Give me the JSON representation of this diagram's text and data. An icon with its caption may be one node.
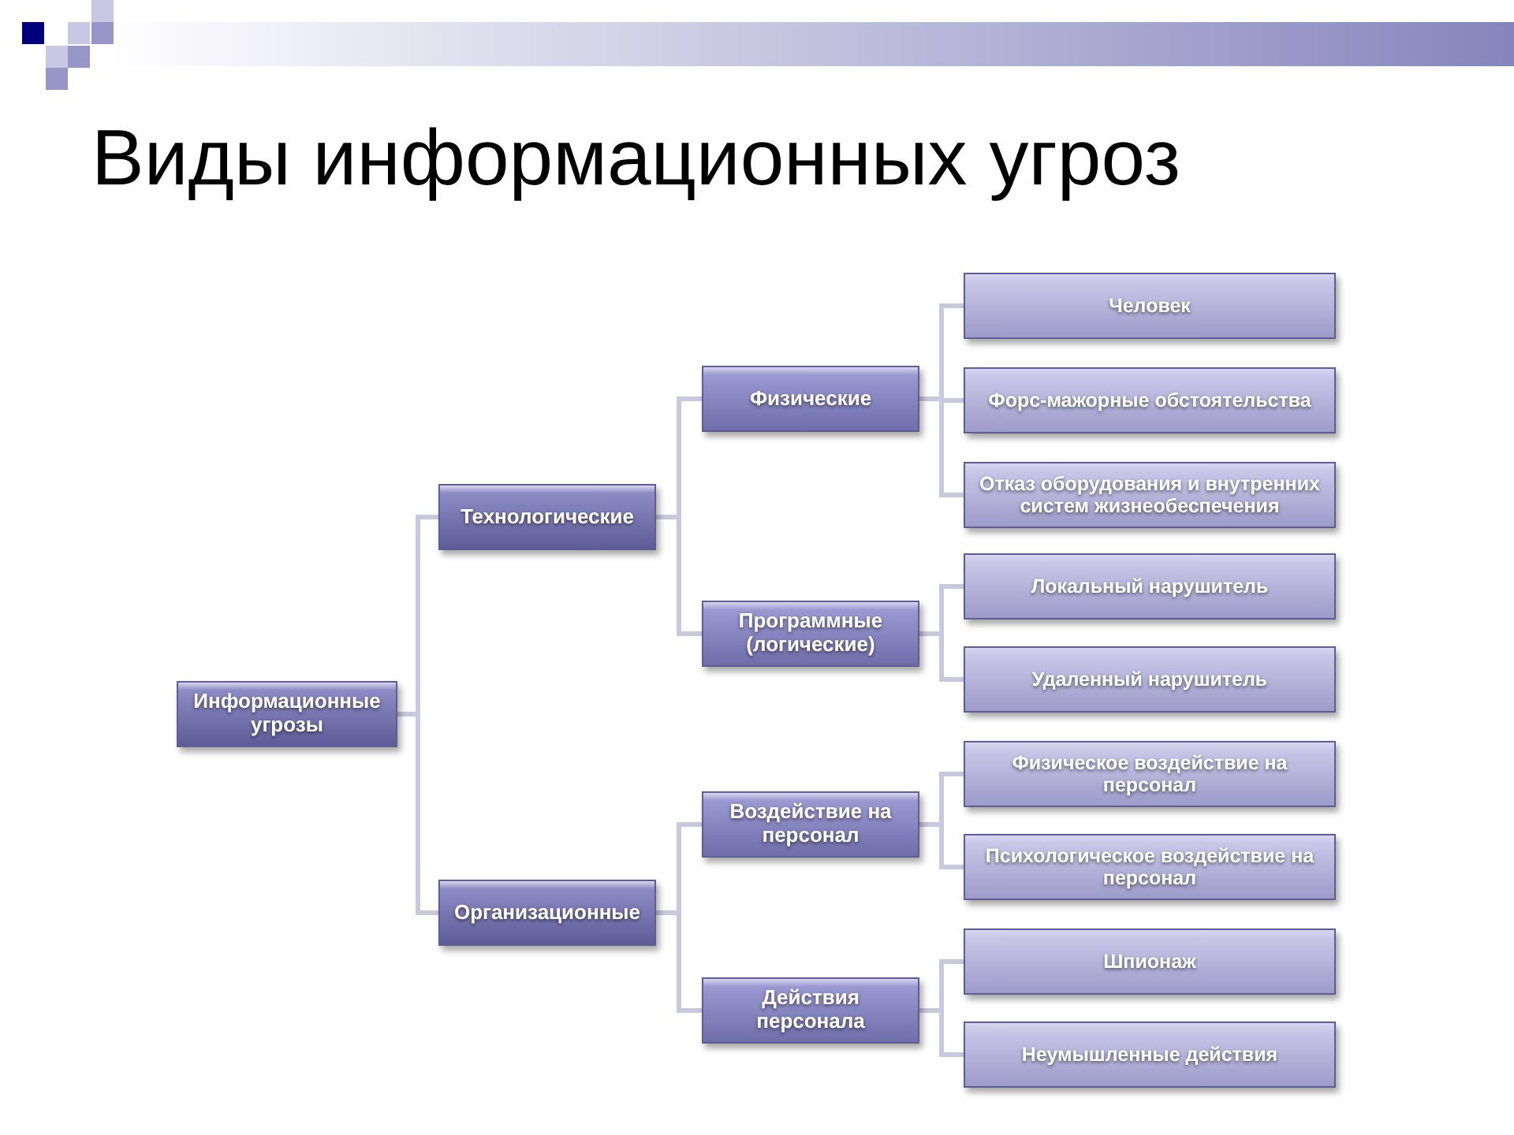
{
  "diagram": {
    "title": "Виды информационных угроз",
    "nodes": [
      {
        "text": [
          "Информационные угрозы"
        ]
      },
      {
        "text": [
          "Технологические"
        ]
      },
      {
        "text": [
          "Физические"
        ]
      },
      {
        "text": [
          "Человек"
        ]
      },
      {
        "text": [
          "Форс-мажорные обстоятельства"
        ]
      },
      {
        "text": [
          "Отказ оборудования и внутренних систем жизнеобеспечения"
        ]
      },
      {
        "text": [
          "Программные (логические)"
        ]
      },
      {
        "text": [
          "Локальный нарушитель"
        ]
      },
      {
        "text": [
          "Удаленный нарушитель"
        ]
      },
      {
        "text": [
          "Организационные"
        ]
      },
      {
        "text": [
          "Воздействие на персонал"
        ]
      },
      {
        "text": [
          "Физическое воздействие на персонал"
        ]
      },
      {
        "text": [
          "Психологическое воздействие на персонал"
        ]
      },
      {
        "text": [
          "Действия персонала"
        ]
      },
      {
        "text": [
          "Шпионаж"
        ]
      },
      {
        "text": [
          "Неумышленные действия"
        ]
      }
    ],
    "edges": [
      {
        "from": 0,
        "to": 1,
        "arrow": "none"
      },
      {
        "from": 0,
        "to": 9,
        "arrow": "none"
      },
      {
        "from": 1,
        "to": 2,
        "arrow": "none"
      },
      {
        "from": 1,
        "to": 6,
        "arrow": "none"
      },
      {
        "from": 2,
        "to": 3,
        "arrow": "none"
      },
      {
        "from": 2,
        "to": 4,
        "arrow": "none"
      },
      {
        "from": 2,
        "to": 5,
        "arrow": "none"
      },
      {
        "from": 6,
        "to": 7,
        "arrow": "none"
      },
      {
        "from": 6,
        "to": 8,
        "arrow": "none"
      },
      {
        "from": 9,
        "to": 10,
        "arrow": "none"
      },
      {
        "from": 9,
        "to": 13,
        "arrow": "none"
      },
      {
        "from": 10,
        "to": 11,
        "arrow": "none"
      },
      {
        "from": 10,
        "to": 12,
        "arrow": "none"
      },
      {
        "from": 13,
        "to": 14,
        "arrow": "none"
      },
      {
        "from": 13,
        "to": 15,
        "arrow": "none"
      }
    ]
  }
}
